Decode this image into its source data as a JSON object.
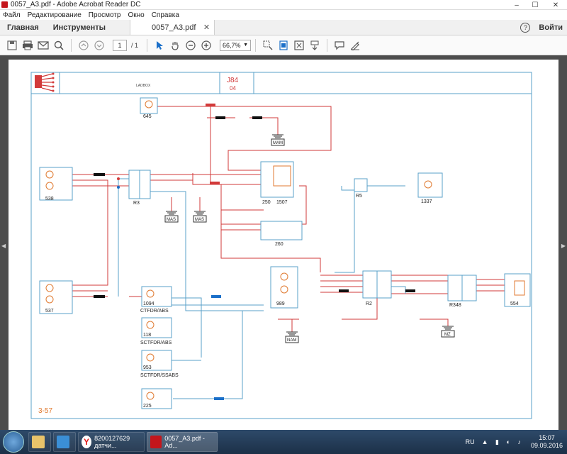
{
  "window": {
    "title": "0057_A3.pdf - Adobe Acrobat Reader DC"
  },
  "menu": [
    "Файл",
    "Редактирование",
    "Просмотр",
    "Окно",
    "Справка"
  ],
  "tabs": {
    "home": "Главная",
    "tools": "Инструменты",
    "document": "0057_A3.pdf",
    "login": "Войти"
  },
  "toolbar": {
    "page_current": "1",
    "page_total": "/ 1",
    "zoom": "66,7%"
  },
  "diagram": {
    "header_label": "LADBOX",
    "page_code_top": "J84",
    "page_code_bottom": "04",
    "page_number": "3-57",
    "components": {
      "c645": "645",
      "c538": "538",
      "c537": "537",
      "c250": "250",
      "c1507": "1507",
      "c1337": "1337",
      "c260": "260",
      "c989": "989",
      "c1094": "1094",
      "c118": "118",
      "c953": "953",
      "c225": "225",
      "c554": "554",
      "cap_ctfdr": "CTFDR/ABS",
      "cap_sctfdr": "SCTFDR/ABS",
      "cap_sctfdr2": "SCTFDR/SSABS"
    },
    "connectors": {
      "r3": "R3",
      "r5": "R5",
      "r2": "R2",
      "r348": "R348"
    },
    "grounds": {
      "mam": "MAM",
      "mas1": "MAS",
      "mas2": "MAS",
      "nam": "NAM",
      "mz": "MZ"
    }
  },
  "taskbar": {
    "app_browser": "8200127629 датчи...",
    "app_reader": "0057_A3.pdf - Ad...",
    "lang": "RU",
    "time": "15:07",
    "date": "09.09.2016"
  },
  "colors": {
    "accent": "#c4161c",
    "wire_red": "#d23a3a",
    "wire_blue": "#5aa0c8",
    "page_bg": "#4d4d4d"
  }
}
